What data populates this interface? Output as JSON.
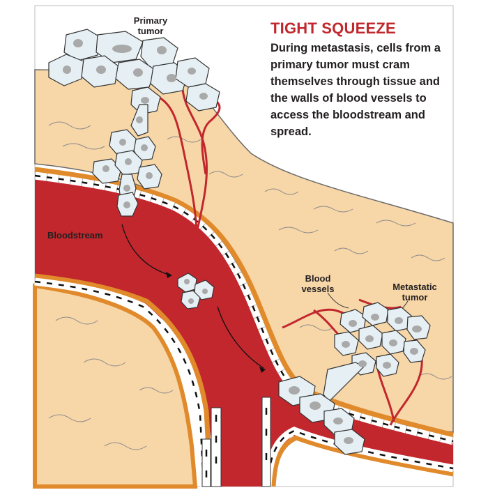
{
  "title": "TIGHT SQUEEZE",
  "description": "During metastasis, cells from a primary tumor must cram themselves through tissue and the walls of blood vessels to access the bloodstream and spread.",
  "labels": {
    "primary_tumor": "Primary\ntumor",
    "bloodstream": "Bloodstream",
    "blood_vessels": "Blood\nvessels",
    "metastatic_tumor": "Metastatic\ntumor"
  },
  "colors": {
    "tissue": "#f7d6a8",
    "vessel_wall": "#e08a2b",
    "blood": "#c1272d",
    "cell_fill": "#e6f0f4",
    "nucleus": "#a9a9a9",
    "title_red": "#c0282d"
  }
}
